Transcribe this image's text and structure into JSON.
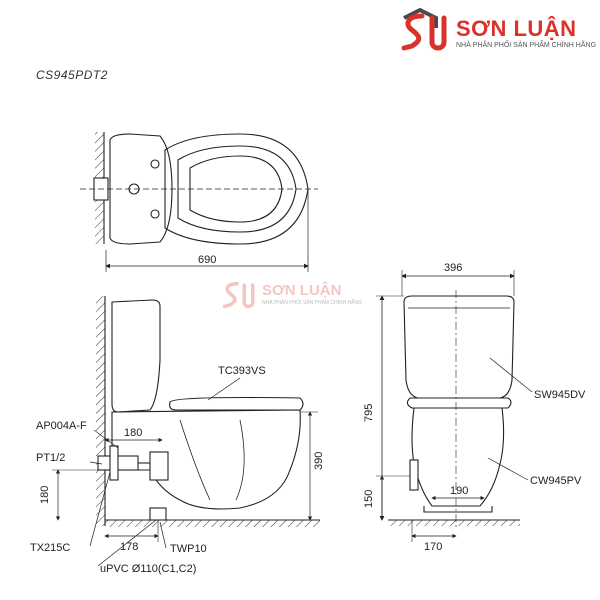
{
  "brand": {
    "name": "SƠN LUẬN",
    "tagline": "NHÀ PHÂN PHỐI SẢN PHẨM CHÍNH HÃNG",
    "primary_color": "#d9322b",
    "secondary_color": "#4a4a4a"
  },
  "model": "CS945PDT2",
  "watermark": {
    "name": "SƠN LUẬN",
    "tagline": "NHÀ PHÂN PHỐI SẢN PHẨM CHÍNH HÃNG"
  },
  "top_view": {
    "length": "690"
  },
  "side_view": {
    "dims": {
      "left_mount": "180",
      "floor_height": "180",
      "outlet_height": "390",
      "rough_in": "178"
    },
    "parts": {
      "seat": "TC393VS",
      "angle_valve": "AP004A-F",
      "pipe_thread": "PT1/2",
      "supply_hose": "TX215C",
      "drain_pipe": "uPVC Ø110(C1,C2)",
      "flange": "TWP10"
    }
  },
  "front_view": {
    "dims": {
      "width": "396",
      "height": "795",
      "inlet_height": "150",
      "bolt_spacing": "190",
      "base_width": "170"
    },
    "parts": {
      "tank": "SW945DV",
      "bowl": "CW945PV"
    }
  }
}
